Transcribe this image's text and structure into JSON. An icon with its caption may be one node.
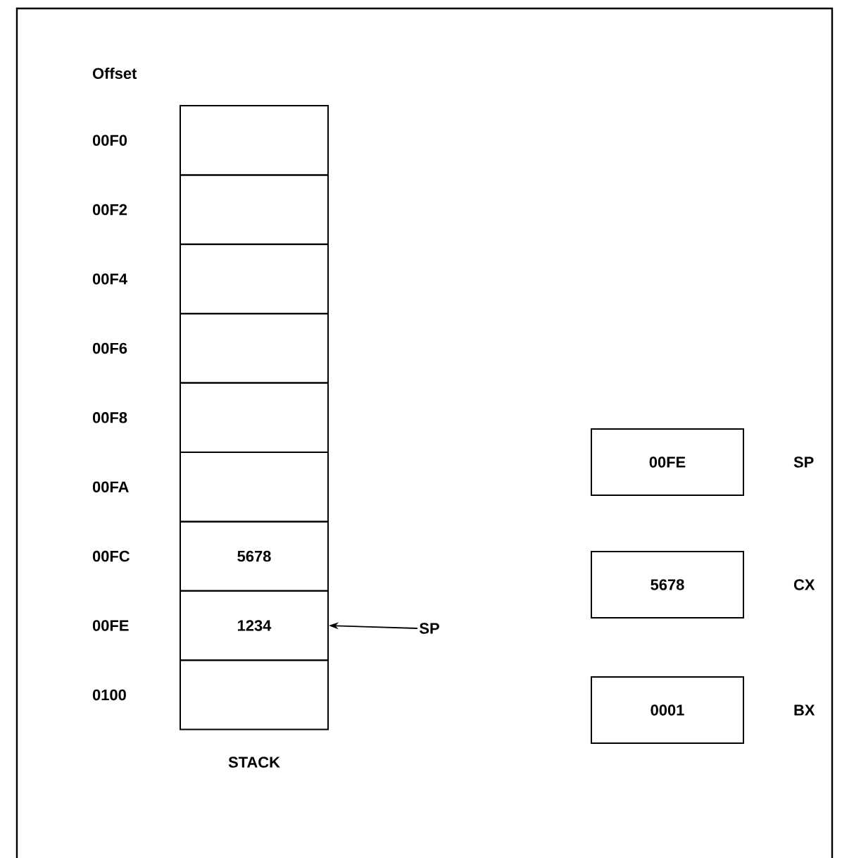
{
  "diagram": {
    "nodes": [
      {
        "text": [],
        "shape": "box",
        "beside": [
          "00F0"
        ]
      },
      {
        "text": [],
        "shape": "box",
        "beside": [
          "00F2"
        ]
      },
      {
        "text": [],
        "shape": "box",
        "beside": [
          "00F4"
        ]
      },
      {
        "text": [],
        "shape": "box",
        "beside": [
          "00F6"
        ]
      },
      {
        "text": [],
        "shape": "box",
        "beside": [
          "00F8"
        ]
      },
      {
        "text": [],
        "shape": "box",
        "beside": [
          "00FA"
        ]
      },
      {
        "text": [
          "5678"
        ],
        "beside": [
          "00FC"
        ]
      },
      {
        "text": [
          "1234"
        ],
        "beside": [
          "00FE"
        ]
      },
      {
        "text": [],
        "shape": "box",
        "beside": [
          "0100"
        ]
      },
      {
        "text": [
          "SP"
        ]
      },
      {
        "text": [
          "00FE"
        ],
        "beside": [
          "SP"
        ]
      },
      {
        "text": [
          "5678"
        ],
        "beside": [
          "CX"
        ]
      },
      {
        "text": [
          "0001"
        ],
        "beside": [
          "BX"
        ]
      }
    ],
    "edges": [
      {
        "from": 9,
        "to": 7,
        "arrow": "to"
      }
    ],
    "labels": [
      "Offset",
      "STACK"
    ]
  }
}
